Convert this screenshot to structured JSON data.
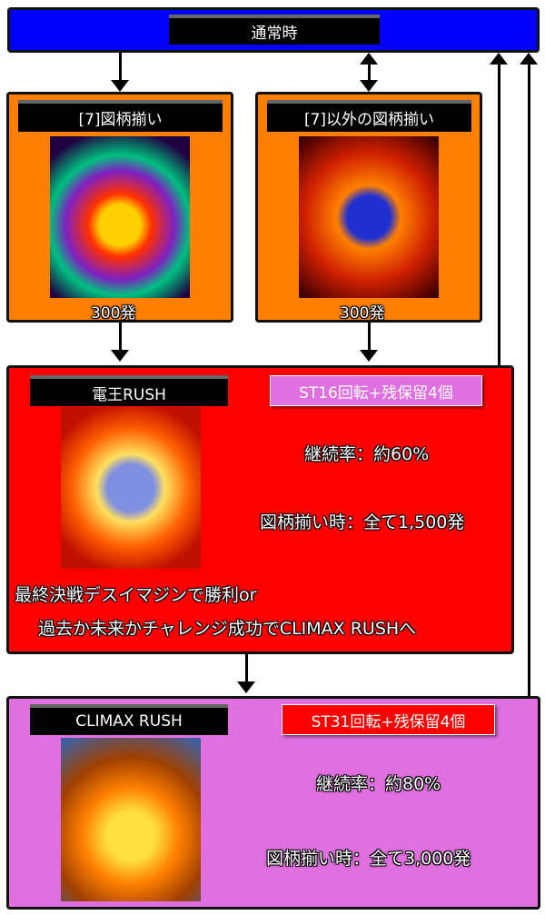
{
  "normal": {
    "title": "通常時",
    "color": "#0000ff"
  },
  "branch7": {
    "title": "[7]図柄揃い",
    "payout": "300発"
  },
  "branchOther": {
    "title": "[7]以外の図柄揃い",
    "payout": "300発"
  },
  "denoRush": {
    "title": "電王RUSH",
    "badge": "ST16回転+残保留4個",
    "rate": "継続率：約60%",
    "payout": "図柄揃い時：全て1,500発",
    "note1": "最終決戦デスイマジンで勝利or",
    "note2": "過去か未来かチャレンジ成功でCLIMAX RUSHへ",
    "color": "#ff0000"
  },
  "climaxRush": {
    "title": "CLIMAX RUSH",
    "badge": "ST31回転+残保留4個",
    "rate": "継続率：約80%",
    "payout": "図柄揃い時：全て3,000発",
    "color": "#e070e0"
  }
}
